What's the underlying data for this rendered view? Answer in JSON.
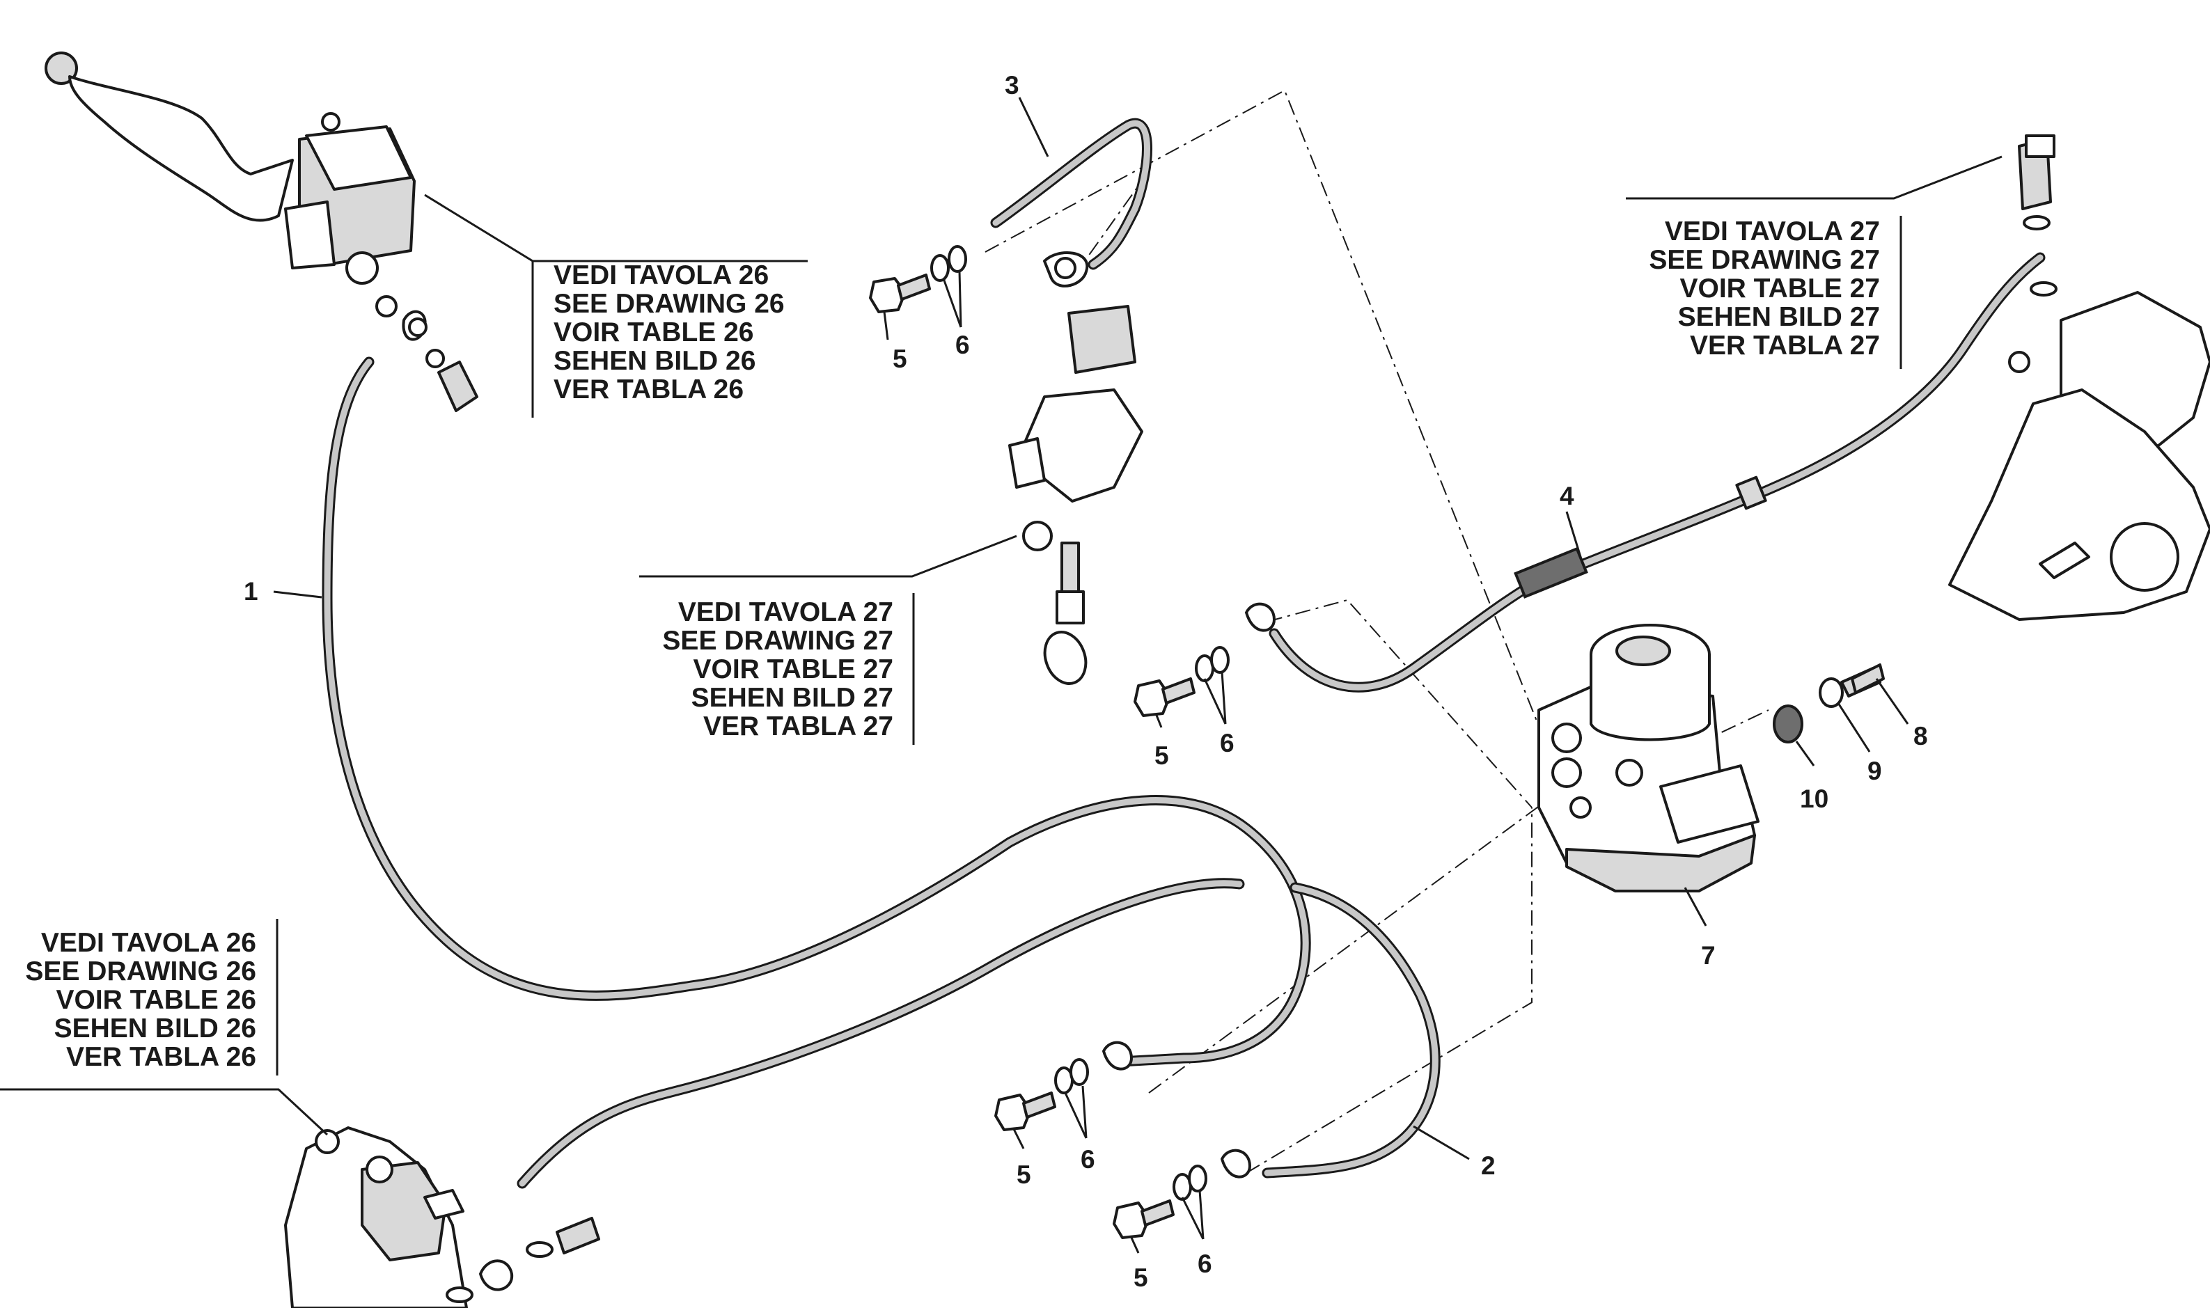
{
  "reference_blocks": {
    "top_center": [
      "VEDI TAVOLA 26",
      "SEE DRAWING 26",
      "VOIR TABLE 26",
      "SEHEN BILD 26",
      "VER TABLA 26"
    ],
    "top_right": [
      "VEDI TAVOLA 27",
      "SEE DRAWING 27",
      "VOIR TABLE 27",
      "SEHEN BILD 27",
      "VER TABLA 27"
    ],
    "middle": [
      "VEDI TAVOLA 27",
      "SEE DRAWING 27",
      "VOIR TABLE 27",
      "SEHEN BILD 27",
      "VER TABLA 27"
    ],
    "bottom_left": [
      "VEDI TAVOLA 26",
      "SEE DRAWING 26",
      "VOIR TABLE 26",
      "SEHEN BILD 26",
      "VER TABLA 26"
    ]
  },
  "callouts": {
    "c1": "1",
    "c2": "2",
    "c3": "3",
    "c4": "4",
    "c5a": "5",
    "c6a": "6",
    "c5b": "5",
    "c6b": "6",
    "c5c": "5",
    "c6c": "6",
    "c5d": "5",
    "c6d": "6",
    "c7": "7",
    "c8": "8",
    "c9": "9",
    "c10": "10"
  },
  "icons": [
    "brake-lever-icon",
    "master-cylinder-icon",
    "brake-caliper-icon",
    "abs-unit-icon",
    "banjo-bolt-icon",
    "sealing-washer-icon",
    "brake-hose-icon"
  ]
}
